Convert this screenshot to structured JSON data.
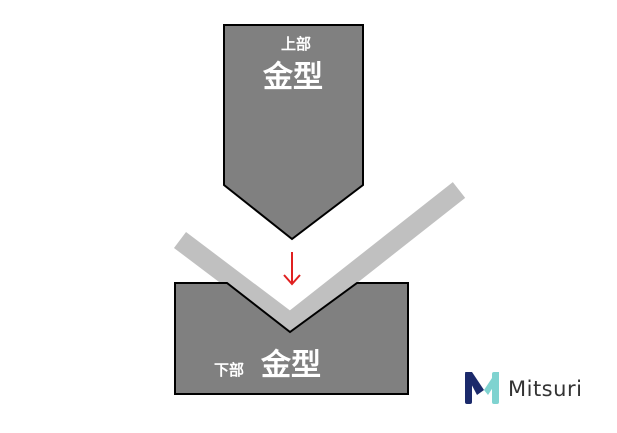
{
  "upper_die": {
    "position_label": "上部",
    "name_label": "金型"
  },
  "lower_die": {
    "position_label": "下部",
    "name_label": "金型"
  },
  "brand": {
    "name": "Mitsuri",
    "logo_icon": "m-logo-icon"
  },
  "colors": {
    "die_fill": "#808080",
    "die_stroke": "#000000",
    "die_text": "#ffffff",
    "sheet_metal": "#c0c0c0",
    "arrow": "#e02020",
    "brand_text": "#333333",
    "logo_dark": "#1b2a6b",
    "logo_light": "#7fd3d0"
  }
}
